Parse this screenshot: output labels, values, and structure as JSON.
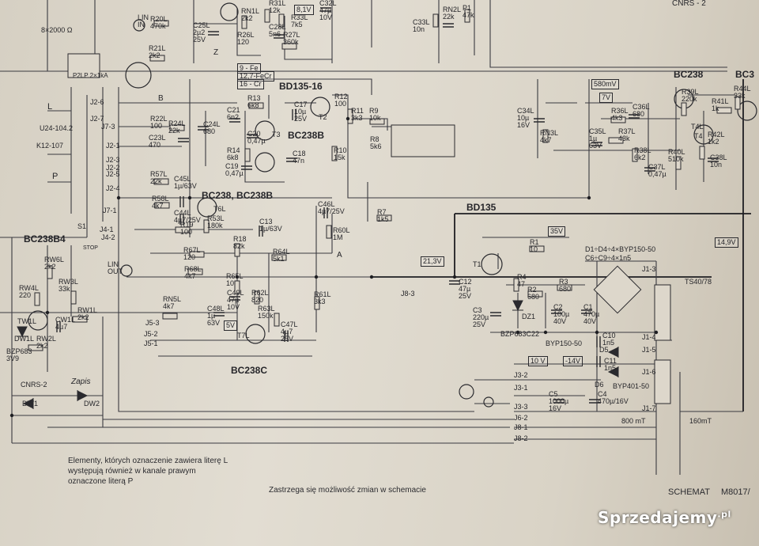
{
  "labels": {
    "bd135_16": "BD135-16",
    "bd135": "BD135",
    "bc238b_mid": "BC238B",
    "bc238b_pair": "BC238, BC238B",
    "bc238b4": "BC238B4",
    "bc238c": "BC238C",
    "bc238_top": "BC238",
    "bc_top_right": "BC3",
    "cnrs2_top": "CNRS - 2",
    "cnrs2_left": "CNRS-2",
    "zapis": "Zapis",
    "lin_in": "LIN\nIN",
    "lin_out": "LIN\nOUT",
    "stop": "STOP",
    "ts40": "TS40/78",
    "bzp683c22": "BZP683C22",
    "bzp683_3v9": "BZP683\n3V9",
    "byp150_50": "BYP150-50",
    "byp401_50": "BYP401-50",
    "d1d4": "D1÷D4÷4×BYP150-50",
    "c6c9": "C6÷C9÷4×1n5",
    "u24": "U24-104.2",
    "k12": "K12-107",
    "fe": "9 - Fe",
    "fecr": "12,7-FeCr",
    "cr": "16 - Cr",
    "m800": "800 mT",
    "m160": "160mT",
    "r8200": "8×2000 Ω",
    "p2lp": "P2LP 2×1kA",
    "j28_3": "J8-3"
  },
  "voltages": {
    "v35": "35V",
    "v21_3": "21,3V",
    "v14_9": "14,9V",
    "v10": "10 V",
    "v_14": "-14V",
    "v580": "580mV",
    "v7": "7V",
    "v5": "5V",
    "v8_1": "8,1V"
  },
  "components": {
    "r20l": "R20L\n470k",
    "r21l": "R21L\n2k2",
    "r22l": "R22L\n100",
    "r24l": "R24L\n22k",
    "r26l": "R26L\n120",
    "r27l": "R27L\n360k",
    "c28l": "C28L\n5n6",
    "c25l": "C25L\n2µ2\n25V",
    "c24l": "C24L\n680",
    "c23l": "C23L\n470",
    "r13": "R13\n6k8",
    "r14": "R14\n6k8",
    "c21": "C21\n6n2",
    "c20": "C20\n0,47µ",
    "c19": "C19\n0,47µ",
    "c18": "C18\n47n",
    "c17": "C17\n10µ\n25V",
    "r12": "R12\n100",
    "r11": "R11\n3k3",
    "r9": "R9\n10k",
    "r8": "R8\n5k6",
    "r10": "R10\n15k",
    "r33l": "R33L\n7k5",
    "r32l": "C32L\n47µ\n10V",
    "r31l": "R31L\n12k",
    "c33l": "C33L\n10n",
    "r2l": "RN2L\n22k",
    "p1": "P1\n47k",
    "c34l": "C34L\n10µ\n16V",
    "rn3l": "RN3L\n4k7",
    "r36l": "R36L\n4k3",
    "c36l": "C36L\n680",
    "c35l": "C35L\n1µ\n63V",
    "r37l": "R37L\n43k",
    "r38l": "R38L\n6k2",
    "c37l": "C37L\n0,47µ",
    "r40l": "R40L\n510k",
    "r39l": "R39L\n220k",
    "r41l": "R41L\n1k",
    "r42l": "R42L\n1k2",
    "c38l": "C38L\n10n",
    "r44l": "R44L\n33k",
    "r57l": "R57L\n22k",
    "c45l": "C45L\n1µ/63V",
    "r58l": "R58L\n4k7",
    "c44l": "C44L\n4µ7/25V",
    "r19": "R19\n100",
    "r53l": "R53L\n180k",
    "c13": "C13\n1µ/63V",
    "c46l": "C46L\n4µ7/25V",
    "r60l": "R60L\n1M",
    "r7": "R7\n1k5",
    "r18": "R18\n82k",
    "r64l": "R64L\n5k1",
    "r67l": "R67L\n120",
    "r68l": "R68L\n4k7",
    "r65l": "R65L\n10",
    "c49l": "C49L\n47µ\n10V",
    "r62l": "R62L\n820",
    "r63l": "R63L\n150k",
    "c48l": "C48L\n1µ\n63V",
    "c47l": "C47L\n4µ7\n25V",
    "r61l": "R61L\n3k3",
    "rn5l": "RN5L\n4k7",
    "rw6l": "RW6L\n2k2",
    "rw4l": "RW4L\n220",
    "rw3l": "RW3L\n33k",
    "rw1l": "RW1L\n2k2",
    "cw1l": "CW1L\n4µ7",
    "rw2l": "RW2L\n2k2",
    "dw1l": "DW1L",
    "tw1l": "TW1L",
    "r1": "R1\n10",
    "r4": "R4\n47",
    "r2": "R2\n680",
    "r3": "R3\n680",
    "c12": "C12\n47µ\n25V",
    "c3": "C3\n220µ\n25V",
    "c2": "C2\n100µ\n40V",
    "c1": "C1\n470µ\n40V",
    "dz1": "DZ1",
    "c5": "C5\n1000µ\n16V",
    "c4": "C4\n470µ/16V",
    "c10": "C10\n1n5",
    "c11": "C11\n1n5",
    "d5": "D5",
    "d6": "D6",
    "t1": "T1",
    "t2": "T2",
    "t3": "T3",
    "t4": "T4",
    "t4l": "T4L",
    "t6l": "T6L",
    "t7l": "T7L",
    "dw1": "DW1",
    "dw2": "DW2",
    "s1": "S1",
    "rn1l": "RN1L\n2k2"
  },
  "connectors": {
    "j2_6": "J2-6",
    "j2_7": "J2-7",
    "j7_3": "J7-3",
    "j2_1": "J2-1",
    "j2_5": "J2-5",
    "j2_4": "J2-4",
    "j7_1": "J7-1",
    "j14_1": "J4-1",
    "j14_2": "J4-2",
    "j5_3": "J5-3",
    "j5_2": "J5-2",
    "j5_1": "J5-1",
    "j13_2": "J3-2",
    "j13_1": "J3-1",
    "j13_3": "J3-3",
    "j6_2": "J6-2",
    "j8_1": "J8-1",
    "j8_2": "J8-2",
    "j1_3": "J1-3",
    "j1_4": "J1-4",
    "j1_5": "J1-5",
    "j1_6": "J1-6",
    "j1_7": "J1-7",
    "j2_3": "J2-3",
    "j2_2": "J2-2",
    "l": "L",
    "p": "P",
    "a": "A",
    "b": "B",
    "z": "Z"
  },
  "notes": {
    "footnote": [
      "Elementy, których oznaczenie zawiera literę L",
      "występują również w kanale prawym",
      "oznaczone literą P"
    ],
    "changes": "Zastrzega się możliwość zmian w schemacie",
    "schemat": "SCHEMAT",
    "model": "M8017/"
  },
  "watermark": {
    "brand": "Sprzedajemy",
    "tld": ".pl"
  },
  "colors": {
    "paper": "#ddd7cb",
    "ink": "#2a2a2e",
    "wire": "#3a3a40",
    "bus": "#1e1e22"
  }
}
